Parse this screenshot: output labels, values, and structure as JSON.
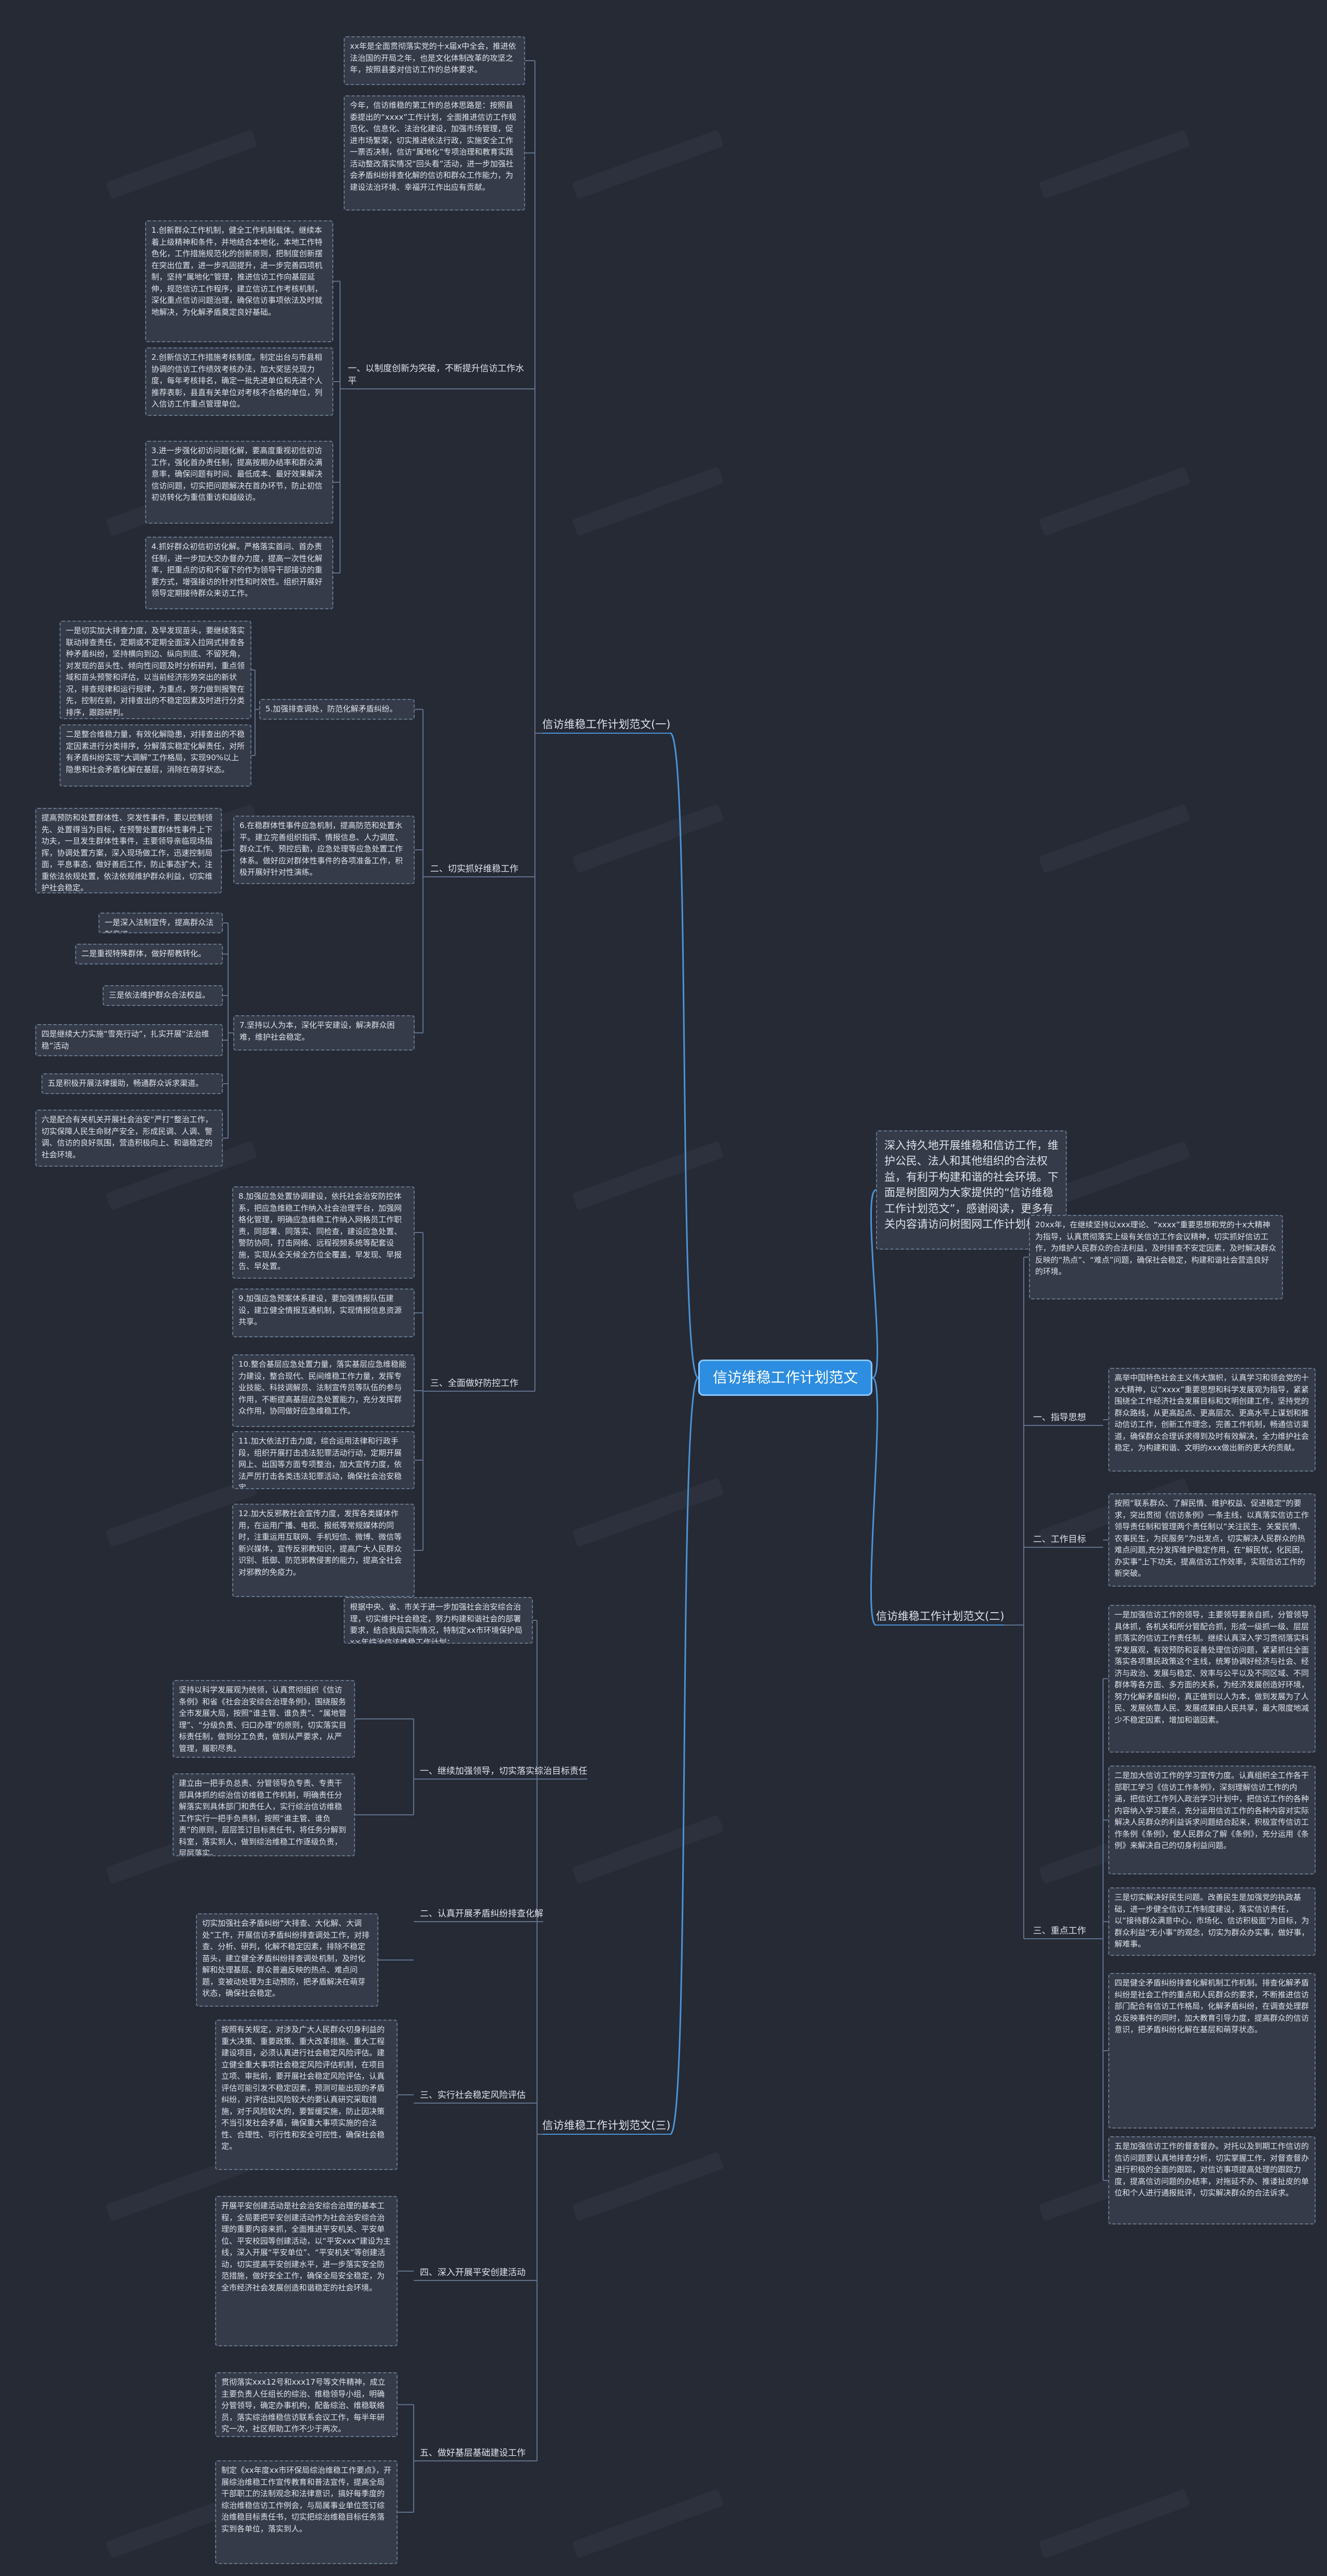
{
  "root": "信访维稳工作计划范文",
  "intro": "深入持久地开展维稳和信访工作，维护公民、法人和其他组织的合法权益，有利于构建和谐的社会环境。下面是树图网为大家提供的“信访维稳工作计划范文”，感谢阅读，更多有关内容请访问树图网工作计划栏目。",
  "plan1": {
    "title": "信访维稳工作计划范文(一)",
    "lead": [
      "xx年是全面贯彻落实党的十x届x中全会，推进依法治国的开局之年，也是文化体制改革的攻坚之年，按照县委对信访工作的总体要求。",
      "今年，信访维稳的第工作的总体思路是：按照县委提出的“xxxx”工作计划，全面推进信访工作规范化、信息化、法治化建设，加强市场管理，促进市场繁荣，切实推进依法行政，实施安全工作一票否决制，信访“属地化”专项治理和教育实践活动整改落实情况“回头看”活动，进一步加强社会矛盾纠纷排查化解的信访和群众工作能力，为建设法治环境、幸福开江作出应有贡献。"
    ],
    "sections": [
      {
        "name": "一、以制度创新为突破，不断提升信访工作水平",
        "items": [
          "1.创新群众工作机制，健全工作机制载体。继续本着上级精神和条件，并地结合本地化，本地工作特色化，工作措施规范化的创新原则，把制度创新摆在突出位置，进一步巩固提升，进一步完善四项机制，坚持“属地化”管理，推进信访工作向基层延伸，规范信访工作程序，建立信访工作考核机制，深化重点信访问题治理，确保信访事项依法及时就地解决，为化解矛盾奠定良好基础。",
          "2.创新信访工作措施考核制度。制定出台与市县相协调的信访工作绩效考核办法，加大奖惩兑现力度，每年考核排名，确定一批先进单位和先进个人推荐表彰，县直有关单位对考核不合格的单位，列入信访工作重点管理单位。",
          "3.进一步强化初访问题化解，要高度重视初信初访工作，强化首办责任制，提高按期办结率和群众满意率，确保问题有时间、最低成本、最好效果解决信访问题，切实把问题解决在首办环节，防止初信初访转化为重信重访和越级访。",
          "4.抓好群众初信初访化解。严格落实首问、首办责任制，进一步加大交办督办力度，提高一次性化解率，把重点的访和不留下的作为领导干部接访的重要方式，增强接访的针对性和时效性。组织开展好领导定期接待群众来访工作。"
        ]
      },
      {
        "name": "二、切实抓好维稳工作",
        "items": [
          "5.加强排查调处，防范化解矛盾纠纷。",
          "6.在稳群体性事件应急机制，提高防范和处置水平。建立完善组织指挥、情报信息、人力调度、群众工作、预控后勤，应急处理等应急处置工作体系。做好应对群体性事件的各项准备工作，积极开展好针对性演练。",
          "7.坚持以人为本，深化平安建设，解决群众困难，维护社会稳定。"
        ],
        "sub5": [
          "一是切实加大排查力度，及早发现苗头，要继续落实联动排查责任，定期或不定期全面深入拉网式排查各种矛盾纠纷，坚持横向到边、纵向到底、不留死角，对发现的苗头性、倾向性问题及时分析研判，重点领域和苗头预警和评估，以当前经济形势突出的新状况，排查规律和运行规律，为重点，努力做到报警在先，控制在前，对排查出的不稳定因素及时进行分类排序，跟踪研判。",
          "二是整合维稳力量，有效化解隐患，对排查出的不稳定因素进行分类排序，分解落实稳定化解责任，对所有矛盾纠纷实现“大调解”工作格局，实现90%以上隐患和社会矛盾化解在基层，消除在萌芽状态。"
        ],
        "sub6": [
          "提高预防和处置群体性、突发性事件，要以控制领先、处置得当为目标，在预警处置群体性事件上下功夫，一旦发生群体性事件，主要领导亲临现场指挥，协调处置方案，深入现场做工作，迅速控制局面，平息事态，做好善后工作，防止事态扩大，注重依法依规处置，依法依规维护群众利益，切实维护社会稳定。"
        ],
        "sub7": [
          "一是深入法制宣传，提高群众法制意识。",
          "二是重视特殊群体，做好帮教转化。",
          "三是依法维护群众合法权益。",
          "四是继续大力实施“雪亮行动”，扎实开展“法治维稳”活动",
          "五是积极开展法律援助，畅通群众诉求渠道。",
          "六是配合有关机关开展社会治安“严打”整治工作，切实保障人民生命财产安全，形成民调、人调、警调、信访的良好氛围，营造积极向上、和谐稳定的社会环境。"
        ]
      },
      {
        "name": "三、全面做好防控工作",
        "items": [
          "8.加强应急处置协调建设，依托社会治安防控体系，把应急维稳工作纳入社会治理平台，加强网格化管理，明确应急维稳工作纳入网格员工作职责，同部署、同落实、同检查，建设应急处置、警防协同，打击网络、远程视频系统等配套设施，实现从全天候全方位全覆盖，早发现、早报告、早处置。",
          "9.加强应急预案体系建设，要加强情报队伍建设，建立健全情报互通机制，实现情报信息资源共享。",
          "10.整合基层应急处置力量，落实基层应急维稳能力建设，整合现代、民间维稳工作力量，发挥专业技能、科技调解员、法制宣传员等队伍的参与作用，不断提高基层应急处置能力，充分发挥群众作用，协同做好应急维稳工作。",
          "11.加大依法打击力度，综合运用法律和行政手段，组织开展打击违法犯罪活动行动，定期开展网上、出国等方面专项整治，加大宣传力度，依法严厉打击各类违法犯罪活动，确保社会治安稳定。",
          "12.加大反邪教社会宣传力度，发挥各类媒体作用，在运用广播、电视、报纸等常规媒体的同时，注重运用互联网、手机短信、微博、微信等新兴媒体，宣传反邪教知识，提高广大人民群众识别、抵御、防范邪教侵害的能力，提高全社会对邪教的免疫力。"
        ]
      }
    ]
  },
  "plan2": {
    "title": "信访维稳工作计划范文(二)",
    "lead": "20xx年，在继续坚持以xxx理论、“xxxx”重要思想和党的十x大精神为指导，认真贯彻落实上级有关信访工作会议精神，切实抓好信访工作，为维护人民群众的合法利益，及时排查不安定因素，及时解决群众反映的“热点”、“难点”问题，确保社会稳定，构建和谐社会营造良好的环境。",
    "sections": [
      {
        "name": "一、指导思想",
        "text": "高举中国特色社会主义伟大旗帜，认真学习和领会党的十x大精神，以“xxxx”重要思想和科学发展观为指导，紧紧围绕全工作经济社会发展目标和文明创建工作，坚持党的群众路线，从更高起点、更高层次、更高水平上谋划和推动信访工作，创新工作理念，完善工作机制，畅通信访渠道，确保群众合理诉求得到及时有效解决，全力维护社会稳定，为构建和谐、文明的xxx做出新的更大的贡献。"
      },
      {
        "name": "二、工作目标",
        "text": "按照“联系群众、了解民情、维护权益、促进稳定”的要求，突出贯彻《信访条例》一条主线，以真落实信访工作领导责任制和管理两个责任制以“关注民生、关爱民情、农事民生，为民服务”为出发点，切实解决人民群众的热难点问题,充分发挥维护稳定作用，在“解民忧，化民困，办实事”上下功夫，提高信访工作效率，实现信访工作的新突破。"
      },
      {
        "name": "三、重点工作",
        "items": [
          "一是加强信访工作的领导，主要领导要亲自抓，分管领导具体抓，各机关和所分管配合抓，形成一级抓一级、层层抓落实的信访工作责任制。继续认真深入学习贯彻落实科学发展观，有效预防和妥善处理信访问题，紧紧抓住全面落实各项惠民政策这个主线，统筹协调好经济与社会、经济与政治、发展与稳定、效率与公平以及不同区域、不同群体等各方面、多方面的关系，为经济发展创造好环境，努力化解矛盾纠纷，真正做到以人为本，做到发展为了人民、发展依靠人民、发展成果由人民共享，最大限度地减少不稳定因素，增加和谐因素。",
          "二是加大信访工作的学习宣传力度。认真组织全工作各干部职工学习《信访工作条例》，深刻理解信访工作的内涵，把信访工作列入政治学习计划中，把信访工作的各种内容纳入学习要点，充分运用信访工作的各种内容对实际解决人民群众的利益诉求问题结合起来，积极宣传信访工作条例《条例》，使人民群众了解《条例》，充分运用《条例》来解决自己的切身利益问题。",
          "三是切实解决好民生问题。改善民生是加强党的执政基础，进一步健全信访工作制度建设，落实信访责任，以“接待群众满意中心，市场化、信访积极面”为目标，为群众利益“无小事”的观念，切实为群众办实事，做好事，解难事。",
          "四是健全矛盾纠纷排查化解机制工作机制。排查化解矛盾纠纷是社会工作的重点和人民群众的要求，不断推进信访部门配合有信访工作格局，化解矛盾纠纷，在调查处理群众反映事件的同时，加大教育引导力度，提高群众的信访意识，把矛盾纠纷化解在基层和萌芽状态。",
          "五是加强信访工作的督查督办。对托以及到期工作信访的信访问题要认真地排查分析，切实掌握工作，对督查督办进行积极的全面的跟踪，对信访事项提高处理的跟踪力度，提高信访问题的办结率，对拖延不办、推诿扯皮的单位和个人进行通报批评，切实解决群众的合法诉求。"
        ]
      }
    ]
  },
  "plan3": {
    "title": "信访维稳工作计划范文(三)",
    "lead": "根据中央、省、市关于进一步加强社会治安综合治理，切实维护社会稳定，努力构建和谐社会的部署要求，结合我局实际情况，特制定xx市环境保护局x×年综治信访维稳工作计划：",
    "sections": [
      {
        "name": "一、继续加强领导，切实落实综治目标责任",
        "items": [
          "坚持以科学发展观为统领，认真贯彻组织《信访条例》和省《社会治安综合治理条例》，围绕服务全市发展大局，按照“谁主管、谁负责”、“属地管理”、“分级负责、归口办理”的原则，切实落实目标责任制，做到分工负责，做到从严要求，从严管理，履职尽责。",
          "建立由一把手负总责、分管领导负专责、专责干部具体抓的综治信访维稳工作机制，明确责任分解落实到具体部门和责任人，实行综治信访维稳工作实行一把手负责制，按照“谁主管、谁负责”的原则，层层签订目标责任书，将任务分解到科室，落实到人，做到综治维稳工作逐级负责，层层落实。"
        ]
      },
      {
        "name": "二、认真开展矛盾纠纷排查化解",
        "items": [
          "切实加强社会矛盾纠纷“大排查、大化解、大调处”工作，开展信访矛盾纠纷排查调处工作，对排查、分析、研判，化解不稳定因素，排除不稳定苗头，建立健全矛盾纠纷排查调处机制，及时化解和处理基层、群众普遍反映的热点、难点问题，变被动处理为主动预防，把矛盾解决在萌芽状态，确保社会稳定。"
        ]
      },
      {
        "name": "三、实行社会稳定风险评估",
        "items": [
          "按照有关规定，对涉及广大人民群众切身利益的重大决策、重要政策、重大改革措施、重大工程建设项目，必须认真进行社会稳定风险评估。建立健全重大事项社会稳定风险评估机制，在项目立项、审批前，要开展社会稳定风险评估，认真评估可能引发不稳定因素，预测可能出现的矛盾纠纷，对评估出风险较大的要认真研究采取措施，对于风险较大的，要暂缓实施，防止因决策不当引发社会矛盾，确保重大事项实施的合法性、合理性、可行性和安全可控性，确保社会稳定。"
        ]
      },
      {
        "name": "四、深入开展平安创建活动",
        "items": [
          "开展平安创建活动是社会治安综合治理的基本工程，全局要把平安创建活动作为社会治安综合治理的重要内容来抓，全面推进平安机关、平安单位、平安校园等创建活动，以“平安xxx”建设为主线，深入开展“平安单位”、“平安机关”等创建活动，切实提高平安创建水平，进一步落实安全防范措施，做好安全工作，确保全局安全稳定，为全市经济社会发展创造和谐稳定的社会环境。"
        ]
      },
      {
        "name": "五、做好基层基础建设工作",
        "items": [
          "贯彻落实xxx12号和xxx17号等文件精神，成立主要负责人任组长的综治、维稳领导小组，明确分管领导，确定办事机构，配备综治、维稳联络员，落实综治维稳信访联系会议工作，每半年研究一次，社区帮助工作不少于两次。",
          "制定《xx年度xx市环保局综治维稳工作要点》，开展综治维稳工作宣传教育和普法宣传，提高全局干部职工的法制观念和法律意识，搞好每季度的综治维稳信访工作例会，与局属事业单位签订综治维稳目标责任书，切实把综治维稳目标任务落实到各单位，落实到人。"
        ]
      }
    ]
  }
}
